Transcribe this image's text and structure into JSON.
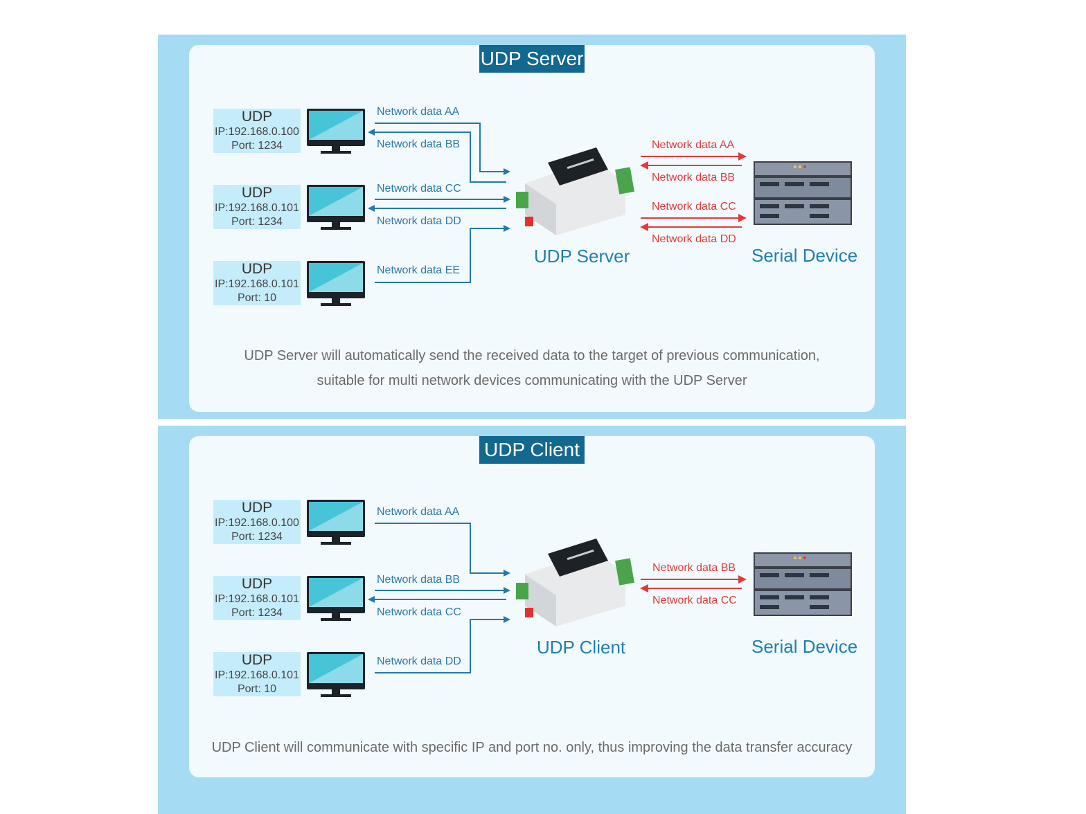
{
  "server": {
    "title": "UDP Server",
    "hosts": [
      {
        "proto": "UDP",
        "ip": "IP:192.168.0.100",
        "port": "Port: 1234"
      },
      {
        "proto": "UDP",
        "ip": "IP:192.168.0.101",
        "port": "Port: 1234"
      },
      {
        "proto": "UDP",
        "ip": "IP:192.168.0.101",
        "port": "Port: 10"
      }
    ],
    "left_labels": [
      "Network data AA",
      "Network data BB",
      "Network data CC",
      "Network data DD",
      "Network data EE"
    ],
    "right_labels": [
      "Network data AA",
      "Network data BB",
      "Network data CC",
      "Network data DD"
    ],
    "device_label": "UDP Server",
    "serial_label": "Serial Device",
    "description": [
      "UDP Server will automatically send the received data to the target of previous communication,",
      "suitable for multi network devices communicating with the UDP Server"
    ]
  },
  "client": {
    "title": "UDP Client",
    "hosts": [
      {
        "proto": "UDP",
        "ip": "IP:192.168.0.100",
        "port": "Port: 1234"
      },
      {
        "proto": "UDP",
        "ip": "IP:192.168.0.101",
        "port": "Port: 1234"
      },
      {
        "proto": "UDP",
        "ip": "IP:192.168.0.101",
        "port": "Port: 10"
      }
    ],
    "left_labels": [
      "Network data AA",
      "Network data BB",
      "Network data CC",
      "Network data DD"
    ],
    "right_labels": [
      "Network data BB",
      "Network data CC"
    ],
    "device_label": "UDP Client",
    "serial_label": "Serial Device",
    "description": [
      "UDP Client will communicate with specific IP and port no. only, thus improving the data transfer accuracy"
    ]
  },
  "colors": {
    "panel": "#a6dcf3",
    "card": "#f3fafe",
    "title_bg": "#13688f",
    "blue_line": "#2379a8",
    "red_line": "#e23a3a"
  }
}
